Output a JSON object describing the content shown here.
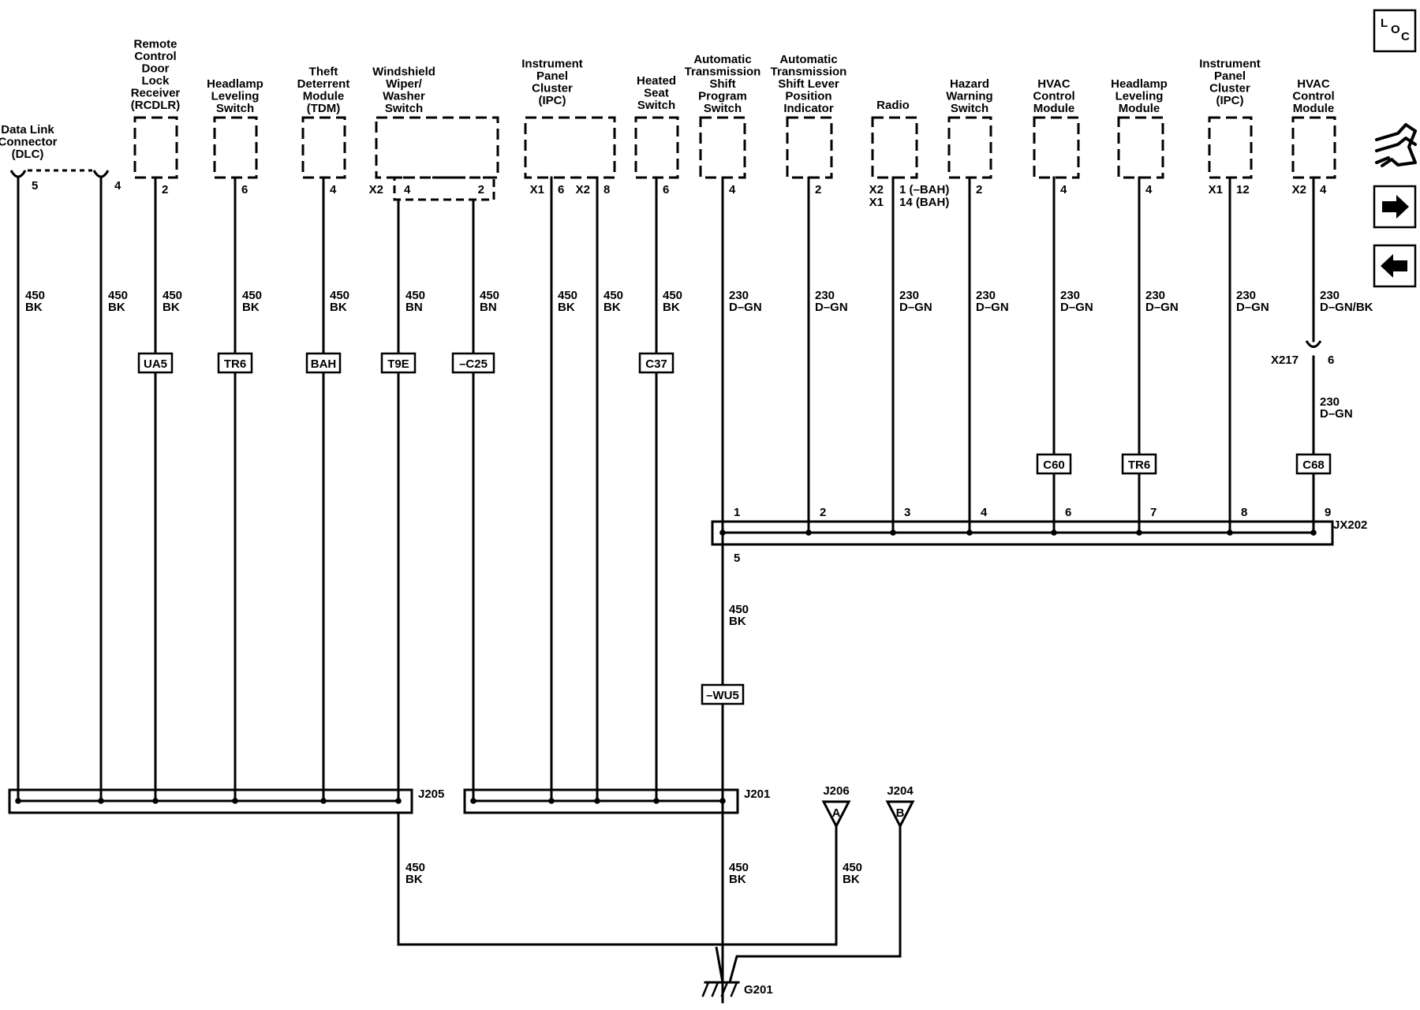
{
  "components": [
    {
      "id": "dlc",
      "name": [
        "Data Link",
        "Connector",
        "(DLC)"
      ]
    },
    {
      "id": "rcdlr",
      "name": [
        "Remote",
        "Control",
        "Door",
        "Lock",
        "Receiver",
        "(RCDLR)"
      ]
    },
    {
      "id": "hls",
      "name": [
        "Headlamp",
        "Leveling",
        "Switch"
      ]
    },
    {
      "id": "tdm",
      "name": [
        "Theft",
        "Deterrent",
        "Module",
        "(TDM)"
      ]
    },
    {
      "id": "wws",
      "name": [
        "Windshield",
        "Wiper/",
        "Washer",
        "Switch"
      ]
    },
    {
      "id": "ipc1",
      "name": [
        "Instrument",
        "Panel",
        "Cluster",
        "(IPC)"
      ]
    },
    {
      "id": "hss",
      "name": [
        "Heated",
        "Seat",
        "Switch"
      ]
    },
    {
      "id": "atsps",
      "name": [
        "Automatic",
        "Transmission",
        "Shift",
        "Program",
        "Switch"
      ]
    },
    {
      "id": "atslpi",
      "name": [
        "Automatic",
        "Transmission",
        "Shift Lever",
        "Position",
        "Indicator"
      ]
    },
    {
      "id": "radio",
      "name": [
        "Radio"
      ]
    },
    {
      "id": "hws",
      "name": [
        "Hazard",
        "Warning",
        "Switch"
      ]
    },
    {
      "id": "hvac1",
      "name": [
        "HVAC",
        "Control",
        "Module"
      ]
    },
    {
      "id": "hlm",
      "name": [
        "Headlamp",
        "Leveling",
        "Module"
      ]
    },
    {
      "id": "ipc2",
      "name": [
        "Instrument",
        "Panel",
        "Cluster",
        "(IPC)"
      ]
    },
    {
      "id": "hvac2",
      "name": [
        "HVAC",
        "Control",
        "Module"
      ]
    }
  ],
  "pins": {
    "dlc_5": "5",
    "dlc_4": "4",
    "rcdlr": "2",
    "hls": "6",
    "tdm": "4",
    "wws_x2": "X2",
    "wws_4": "4",
    "wws_2": "2",
    "ipc1_x1": "X1",
    "ipc1_6": "6",
    "ipc1_x2": "X2",
    "ipc1_8": "8",
    "hss": "6",
    "atsps": "4",
    "atslpi": "2",
    "radio_x2": "X2",
    "radio_x1": "X1",
    "radio_1": "1 (–BAH)",
    "radio_14": "14 (BAH)",
    "hws": "2",
    "hvac1": "4",
    "hlm": "4",
    "ipc2_x1": "X1",
    "ipc2_12": "12",
    "hvac2_x2": "X2",
    "hvac2_4": "4"
  },
  "wires": [
    {
      "id": "w_dlc5",
      "size": "450",
      "color": "BK"
    },
    {
      "id": "w_dlc4",
      "size": "450",
      "color": "BK"
    },
    {
      "id": "w_rcdlr",
      "size": "450",
      "color": "BK"
    },
    {
      "id": "w_hls",
      "size": "450",
      "color": "BK"
    },
    {
      "id": "w_tdm",
      "size": "450",
      "color": "BK"
    },
    {
      "id": "w_wws4",
      "size": "450",
      "color": "BN"
    },
    {
      "id": "w_wws2",
      "size": "450",
      "color": "BN"
    },
    {
      "id": "w_ipc6",
      "size": "450",
      "color": "BK"
    },
    {
      "id": "w_ipc8",
      "size": "450",
      "color": "BK"
    },
    {
      "id": "w_hss",
      "size": "450",
      "color": "BK"
    },
    {
      "id": "w_atsps",
      "size": "230",
      "color": "D–GN"
    },
    {
      "id": "w_atslpi",
      "size": "230",
      "color": "D–GN"
    },
    {
      "id": "w_radio",
      "size": "230",
      "color": "D–GN"
    },
    {
      "id": "w_hws",
      "size": "230",
      "color": "D–GN"
    },
    {
      "id": "w_hvac1",
      "size": "230",
      "color": "D–GN"
    },
    {
      "id": "w_hlm",
      "size": "230",
      "color": "D–GN"
    },
    {
      "id": "w_ipc2",
      "size": "230",
      "color": "D–GN"
    },
    {
      "id": "w_hvac2a",
      "size": "230",
      "color": "D–GN/BK"
    },
    {
      "id": "w_hvac2b",
      "size": "230",
      "color": "D–GN"
    },
    {
      "id": "w_jx5",
      "size": "450",
      "color": "BK"
    },
    {
      "id": "w_j205g",
      "size": "450",
      "color": "BK"
    },
    {
      "id": "w_j201g",
      "size": "450",
      "color": "BK"
    },
    {
      "id": "w_j206g",
      "size": "450",
      "color": "BK"
    }
  ],
  "option_codes": {
    "rcdlr": "UA5",
    "hls": "TR6",
    "tdm": "BAH",
    "wws4": "T9E",
    "wws2": "–C25",
    "hss": "C37",
    "jx5": "–WU5",
    "hvac1": "C60",
    "hlm": "TR6",
    "hvac2": "C68"
  },
  "splices": {
    "j205": "J205",
    "j201": "J201",
    "jx202": "JX202",
    "jx202_pins": [
      "1",
      "2",
      "3",
      "4",
      "6",
      "7",
      "8",
      "9"
    ],
    "jx202_out": "5"
  },
  "inline_connector": {
    "name": "X217",
    "pin": "6"
  },
  "connectors": {
    "j206": {
      "name": "J206",
      "letter": "A"
    },
    "j204": {
      "name": "J204",
      "letter": "B"
    }
  },
  "ground": "G201",
  "nav": {
    "loc_button": "LOC",
    "loc_letters": [
      "L",
      "O",
      "C"
    ],
    "harness_icon": "harness-route-icon",
    "next_icon": "arrow-right-icon",
    "prev_icon": "arrow-left-icon"
  }
}
